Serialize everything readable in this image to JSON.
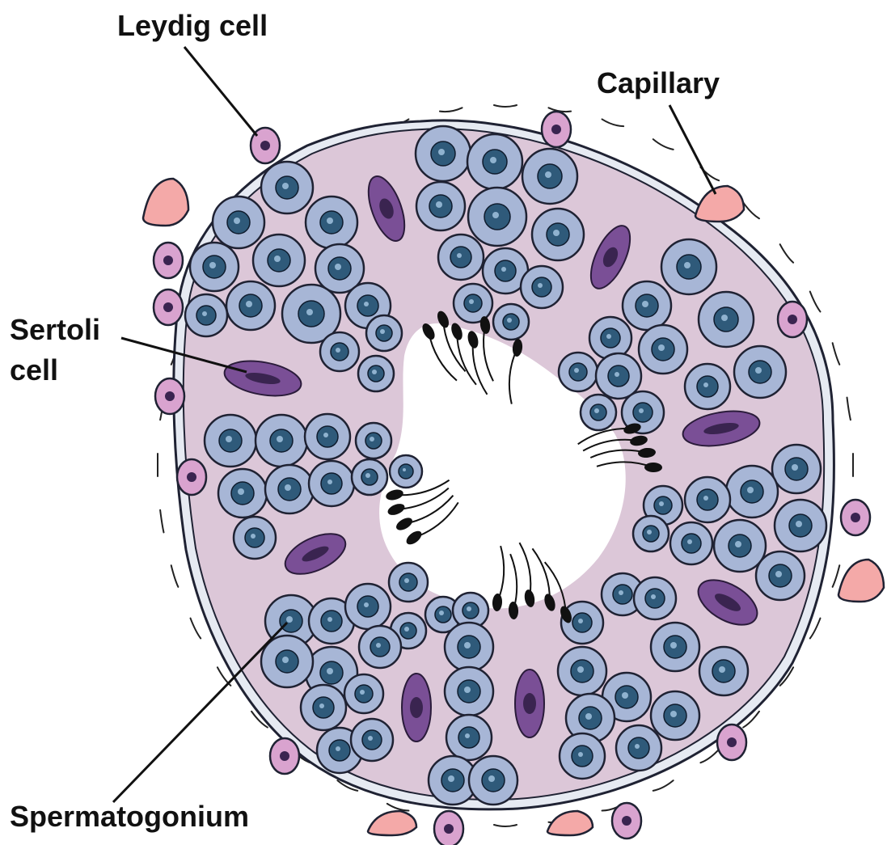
{
  "labels": {
    "leydig": "Leydig cell",
    "capillary": "Capillary",
    "sertoli_line1": "Sertoli",
    "sertoli_line2": "cell",
    "spermatogonium": "Spermatogonium"
  },
  "colors": {
    "tubule_fill": "#dcc7d8",
    "germ_cell": "#a7b6d6",
    "nucleus": "#2f5a7a",
    "sertoli_cell": "#7a4f96",
    "leydig_cell": "#d9a3cf",
    "capillary": "#f4a9a8",
    "lumen": "#ffffff",
    "outline": "#1f2233"
  },
  "icons": [
    "germ-cell-icon",
    "sertoli-cell-icon",
    "leydig-cell-icon",
    "capillary-icon",
    "sperm-icon"
  ]
}
